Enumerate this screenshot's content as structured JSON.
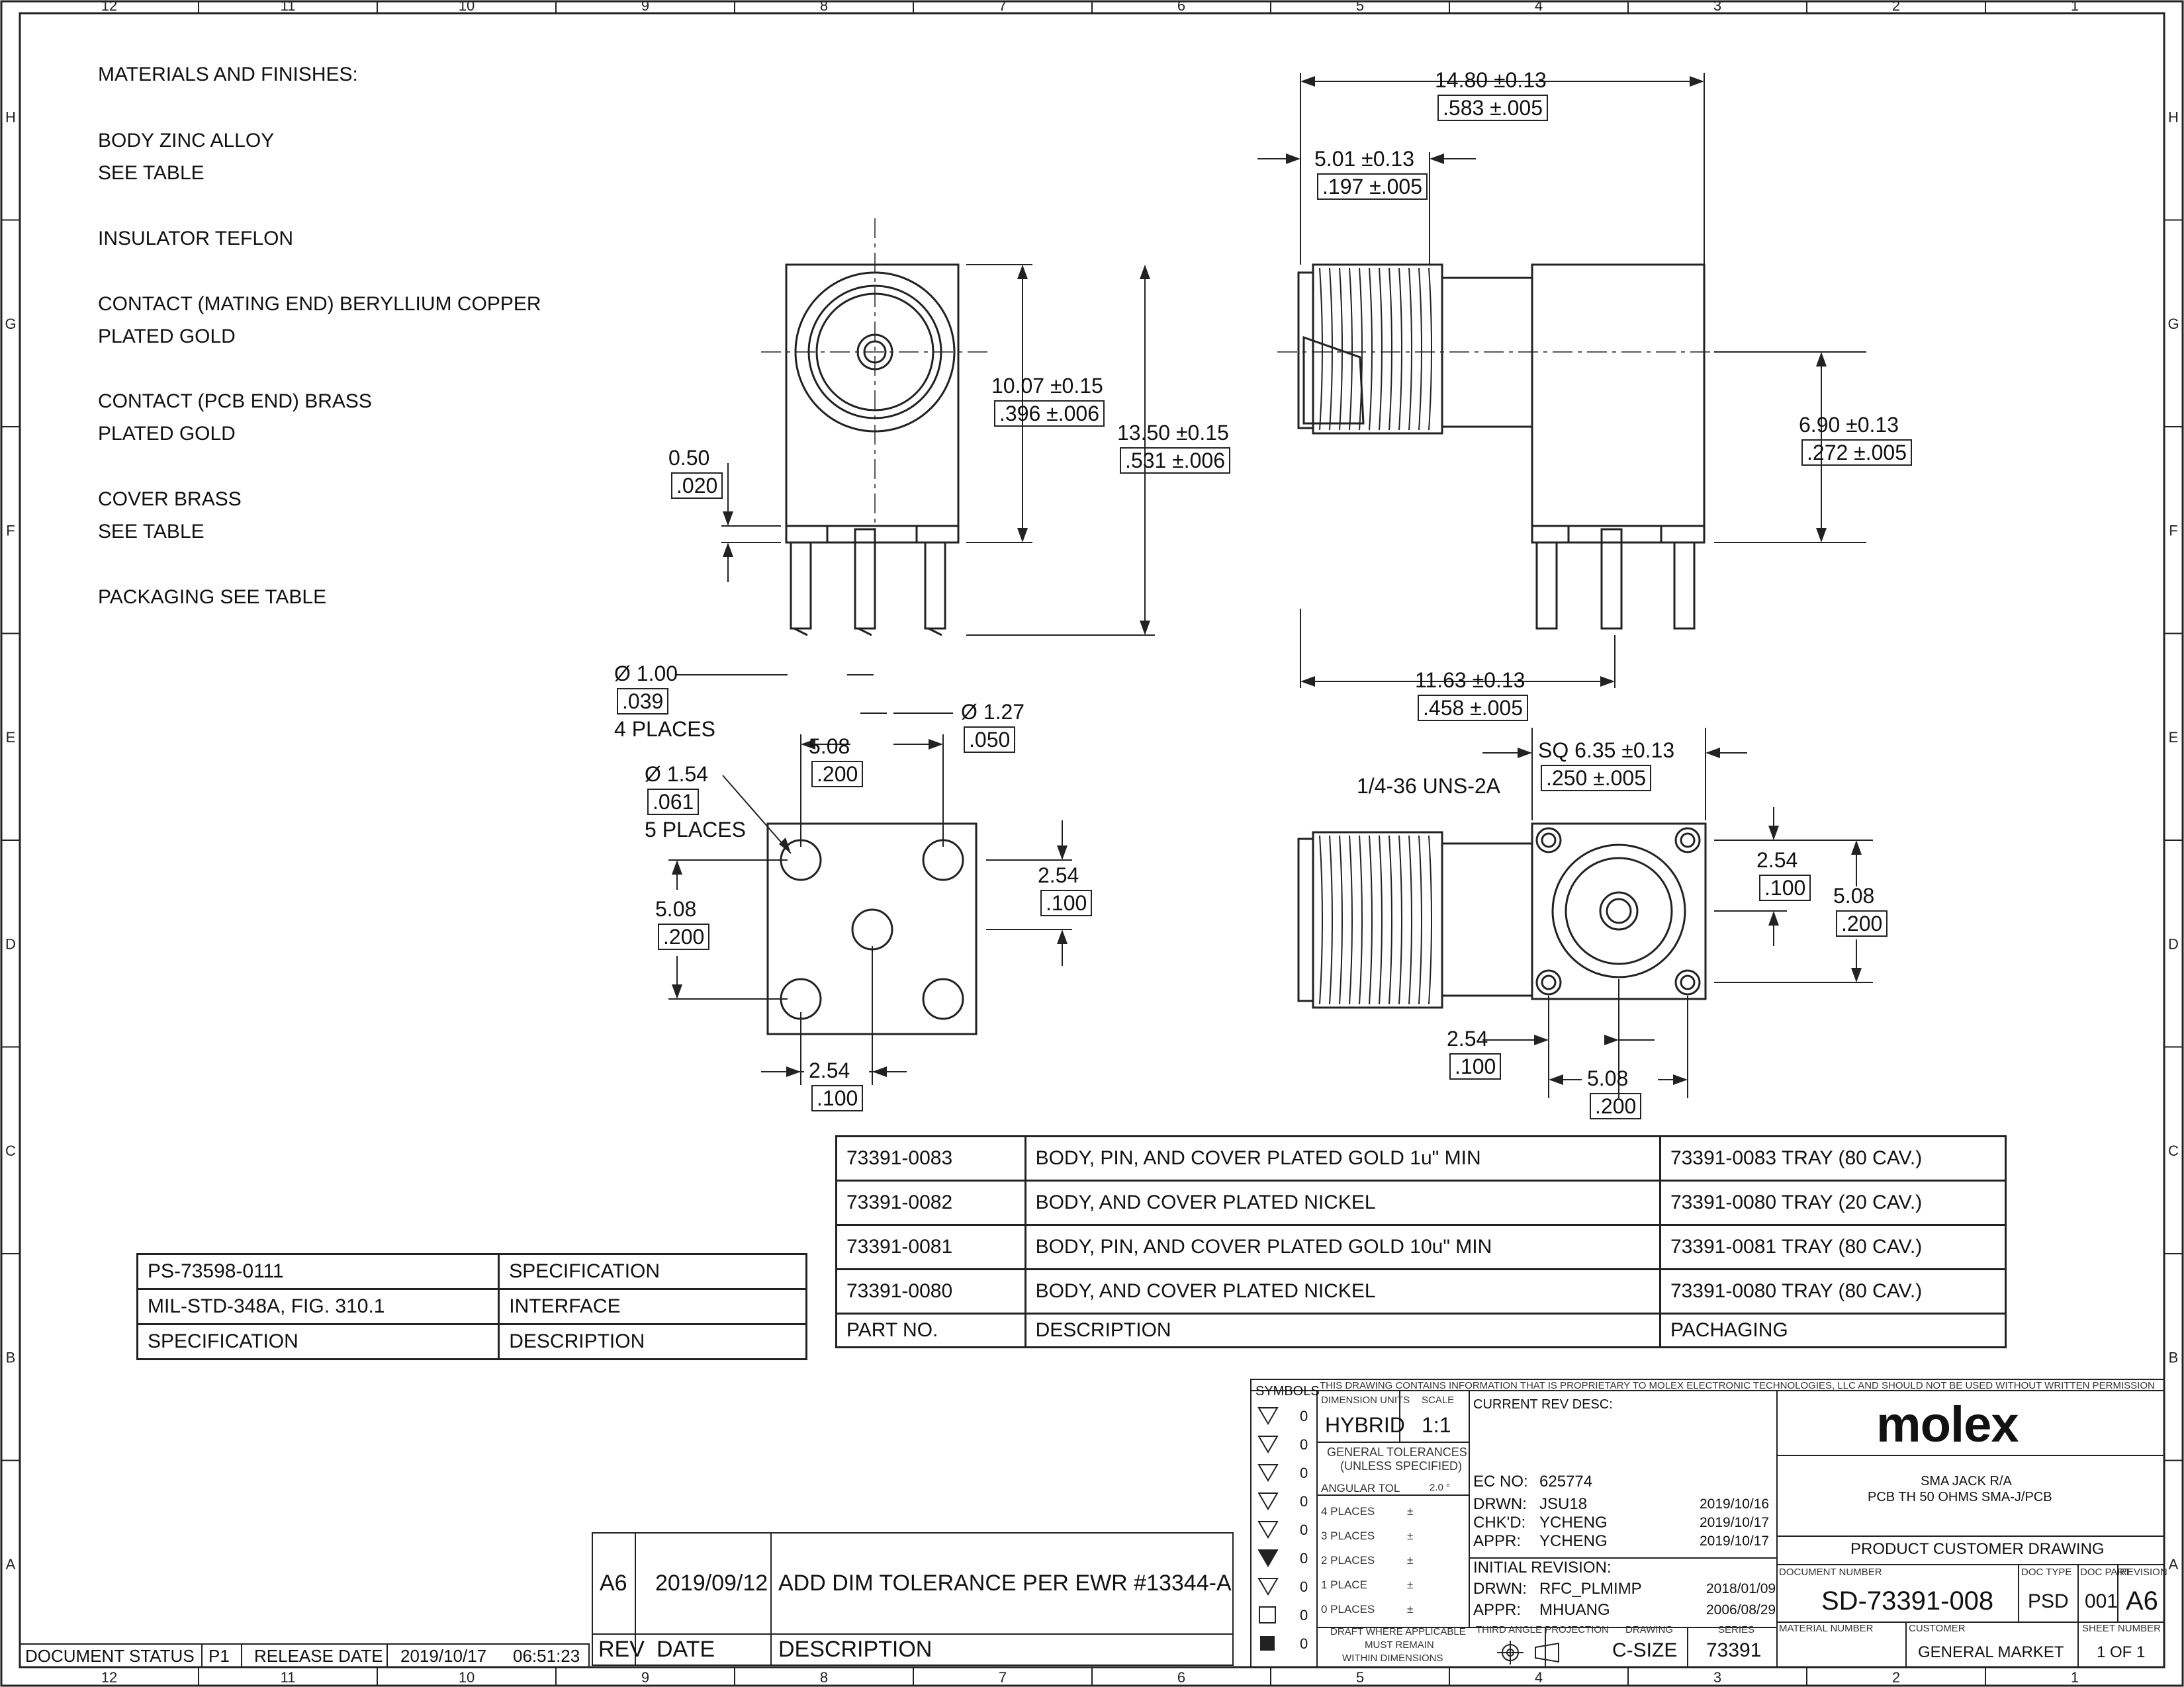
{
  "zones": {
    "columns": [
      "12",
      "11",
      "10",
      "9",
      "8",
      "7",
      "6",
      "5",
      "4",
      "3",
      "2",
      "1"
    ],
    "rows": [
      "H",
      "G",
      "F",
      "E",
      "D",
      "C",
      "B",
      "A"
    ]
  },
  "notes": {
    "heading": "MATERIALS AND FINISHES:",
    "lines": [
      "BODY ZINC ALLOY",
      "SEE TABLE",
      "INSULATOR TEFLON",
      "CONTACT (MATING END) BERYLLIUM COPPER",
      "PLATED GOLD",
      "CONTACT (PCB END) BRASS",
      "PLATED GOLD",
      "COVER BRASS",
      "SEE TABLE",
      "PACKAGING SEE TABLE"
    ]
  },
  "dims": {
    "d1": {
      "mm": "10.07 ±0.15",
      "in": ".396 ±.006"
    },
    "d2": {
      "mm": "13.50 ±0.15",
      "in": ".531 ±.006"
    },
    "d3": {
      "mm": "0.50",
      "in": ".020"
    },
    "d4": {
      "mm": "Ø 1.00",
      "in": ".039",
      "note": "4 PLACES"
    },
    "d5": {
      "mm": "Ø 1.27",
      "in": ".050"
    },
    "d6": {
      "mm": "14.80 ±0.13",
      "in": ".583 ±.005"
    },
    "d7": {
      "mm": "5.01 ±0.13",
      "in": ".197 ±.005"
    },
    "d8": {
      "mm": "6.90 ±0.13",
      "in": ".272 ±.005"
    },
    "d9": {
      "mm": "11.63 ±0.13",
      "in": ".458 ±.005"
    },
    "d10": {
      "mm": "5.08",
      "in": ".200"
    },
    "d11": {
      "mm": "Ø 1.54",
      "in": ".061",
      "note": "5 PLACES"
    },
    "d12": {
      "mm": "2.54",
      "in": ".100"
    },
    "d13": {
      "mm": "5.08",
      "in": ".200"
    },
    "d14": {
      "mm": "2.54",
      "in": ".100"
    },
    "d15": {
      "mm": "SQ 6.35 ±0.13",
      "in": ".250 ±.005"
    },
    "d16": {
      "mm": "1/4-36 UNS-2A"
    },
    "d17": {
      "mm": "2.54",
      "in": ".100"
    },
    "d18": {
      "mm": "5.08",
      "in": ".200"
    },
    "d19": {
      "mm": "2.54",
      "in": ".100"
    },
    "d20": {
      "mm": "5.08",
      "in": ".200"
    }
  },
  "parts_table": {
    "rows": [
      [
        "73391-0083",
        "BODY, PIN, AND COVER PLATED GOLD 1u\" MIN",
        "73391-0083 TRAY (80 CAV.)"
      ],
      [
        "73391-0082",
        "BODY, AND COVER PLATED NICKEL",
        "73391-0080 TRAY (20 CAV.)"
      ],
      [
        "73391-0081",
        "BODY, PIN, AND COVER PLATED GOLD 10u\" MIN",
        "73391-0081 TRAY (80 CAV.)"
      ],
      [
        "73391-0080",
        "BODY, AND COVER PLATED NICKEL",
        "73391-0080 TRAY (80 CAV.)"
      ]
    ],
    "header": [
      "PART NO.",
      "DESCRIPTION",
      "PACHAGING"
    ]
  },
  "spec_table": {
    "rows": [
      [
        "PS-73598-0111",
        "SPECIFICATION"
      ],
      [
        "MIL-STD-348A, FIG. 310.1",
        "INTERFACE"
      ]
    ],
    "header": [
      "SPECIFICATION",
      "DESCRIPTION"
    ]
  },
  "revision": {
    "rev": "A6",
    "date": "2019/09/12",
    "description": "ADD DIM TOLERANCE PER EWR #13344-A",
    "h_rev": "REV",
    "h_date": "DATE",
    "h_desc": "DESCRIPTION"
  },
  "status": {
    "label": "DOCUMENT STATUS",
    "value": "P1",
    "release_label": "RELEASE DATE",
    "release_date": "2019/10/17",
    "release_time": "06:51:23"
  },
  "title_block": {
    "symbols": "SYMBOLS",
    "symbol_value": "0",
    "proprietary": "THIS DRAWING CONTAINS INFORMATION THAT IS PROPRIETARY TO MOLEX ELECTRONIC TECHNOLOGIES, LLC AND SHOULD NOT BE USED WITHOUT WRITTEN PERMISSION",
    "dim_units_label": "DIMENSION UNITS",
    "dim_units": "HYBRID",
    "scale_label": "SCALE",
    "scale": "1:1",
    "gen_tol": "GENERAL TOLERANCES",
    "unless": "(UNLESS SPECIFIED)",
    "angular_tol": "ANGULAR TOL",
    "angular_val": "2.0 °",
    "places": [
      "4 PLACES",
      "3 PLACES",
      "2 PLACES",
      "1 PLACE",
      "0 PLACES"
    ],
    "plusminus": "±",
    "draft": [
      "DRAFT WHERE APPLICABLE",
      "MUST REMAIN",
      "WITHIN DIMENSIONS"
    ],
    "current_rev": "CURRENT REV DESC:",
    "ec_label": "EC NO:",
    "ec_no": "625774",
    "drwn_label": "DRWN:",
    "drwn": "JSU18",
    "drwn_date": "2019/10/16",
    "chkd_label": "CHK'D:",
    "chkd": "YCHENG",
    "chkd_date": "2019/10/17",
    "appr_label": "APPR:",
    "appr": "YCHENG",
    "appr_date": "2019/10/17",
    "initial_rev": "INITIAL REVISION:",
    "i_drwn": "RFC_PLMIMP",
    "i_drwn_date": "2018/01/09",
    "i_appr": "MHUANG",
    "i_appr_date": "2006/08/29",
    "third_angle": "THIRD ANGLE PROJECTION",
    "drawing_label": "DRAWING",
    "drawing_size": "C-SIZE",
    "series_label": "SERIES",
    "series": "73391",
    "logo": "molex",
    "title1": "SMA JACK R/A",
    "title2": "PCB TH 50 OHMS SMA-J/PCB",
    "product_type": "PRODUCT CUSTOMER DRAWING",
    "docnum_label": "DOCUMENT NUMBER",
    "doc_number": "SD-73391-008",
    "doctype_label": "DOC TYPE",
    "doc_type": "PSD",
    "docpart_label": "DOC PART",
    "doc_part": "001",
    "rev_label": "REVISION",
    "revision": "A6",
    "material_label": "MATERIAL NUMBER",
    "customer_label": "CUSTOMER",
    "customer": "GENERAL MARKET",
    "sheet_label": "SHEET NUMBER",
    "sheet": "1 OF 1"
  }
}
